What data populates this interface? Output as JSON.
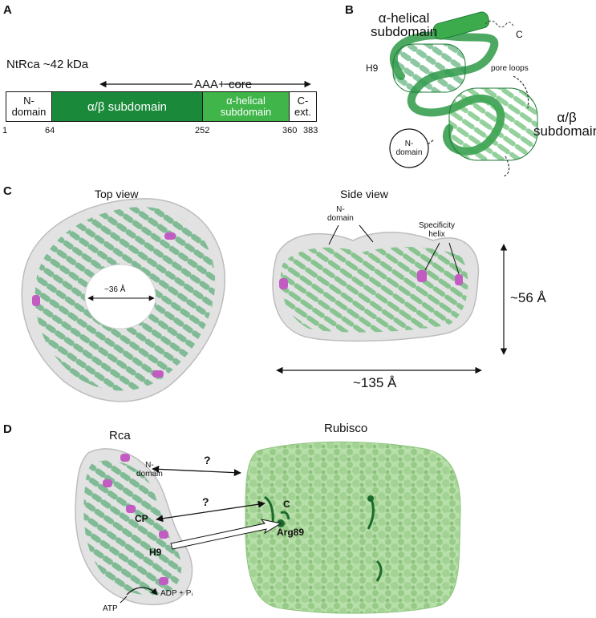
{
  "panels": {
    "a": "A",
    "b": "B",
    "c": "C",
    "d": "D"
  },
  "panel_a": {
    "protein": "NtRca ~42 kDa",
    "core": "AAA+ core",
    "domains": [
      {
        "label": "N-\ndomain",
        "color": "#ffffff"
      },
      {
        "label": "α/β subdomain",
        "color": "#1a8a3a"
      },
      {
        "label": "α-helical\nsubdomain",
        "color": "#3fb54a"
      },
      {
        "label": "C-\next.",
        "color": "#ffffff"
      }
    ],
    "positions": [
      "1",
      "64",
      "252",
      "360",
      "383"
    ]
  },
  "panel_b": {
    "alpha_helical": "α-helical\nsubdomain",
    "c_term": "C",
    "h9": "H9",
    "pore_loops": "pore\nloops",
    "alpha_beta": "α/β\nsubdomain",
    "n_domain": "N-\ndomain"
  },
  "panel_c": {
    "top_view": "Top view",
    "side_view": "Side view",
    "pore": "~36 Å",
    "n_domain": "N-\ndomain",
    "specificity": "Specificity\nhelix",
    "height": "~56 Å",
    "width": "~135 Å"
  },
  "panel_d": {
    "rca": "Rca",
    "rubisco": "Rubisco",
    "n_domain": "N-\ndomain",
    "q1": "?",
    "q2": "?",
    "cp": "CP",
    "c": "C",
    "arg89": "Arg89",
    "h9": "H9",
    "atp": "ATP",
    "adp": "ADP + Pᵢ"
  },
  "colors": {
    "dark_green": "#1a8a3a",
    "light_green": "#3fb54a",
    "magenta": "#c25bc2",
    "rubisco": "#a6d59a"
  }
}
